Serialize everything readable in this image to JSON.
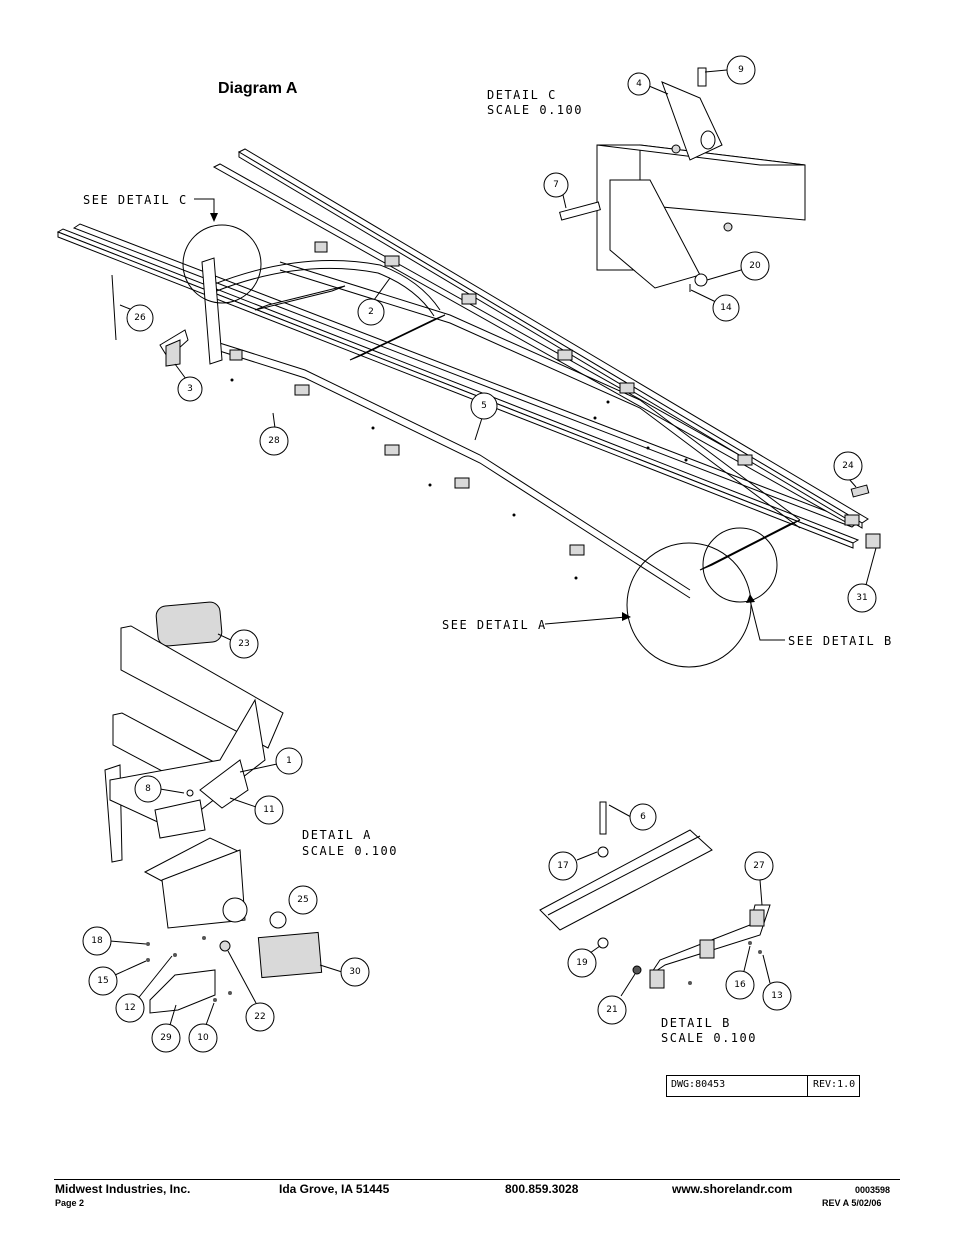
{
  "diagram_title": "Diagram A",
  "details": {
    "c": {
      "title": "DETAIL  C",
      "scale": "SCALE  0.100",
      "callout": "SEE DETAIL  C"
    },
    "a": {
      "title": "DETAIL  A",
      "scale": "SCALE  0.100",
      "callout": "SEE DETAIL  A"
    },
    "b": {
      "title": "DETAIL  B",
      "scale": "SCALE  0.100",
      "callout": "SEE DETAIL  B"
    }
  },
  "title_block": {
    "dwg": "DWG:80453",
    "rev": "REV:1.0"
  },
  "callouts": [
    "9",
    "4",
    "7",
    "20",
    "14",
    "26",
    "2",
    "3",
    "5",
    "28",
    "24",
    "31",
    "23",
    "1",
    "8",
    "11",
    "25",
    "18",
    "15",
    "30",
    "12",
    "22",
    "29",
    "10",
    "6",
    "17",
    "27",
    "19",
    "16",
    "13",
    "21"
  ],
  "footer": {
    "company": "Midwest Industries, Inc.",
    "page": "Page 2",
    "city": "Ida Grove, IA  51445",
    "phone": "800.859.3028",
    "website": "www.shorelandr.com",
    "doc_number": "0003598",
    "revision": "REV A  5/02/06"
  }
}
